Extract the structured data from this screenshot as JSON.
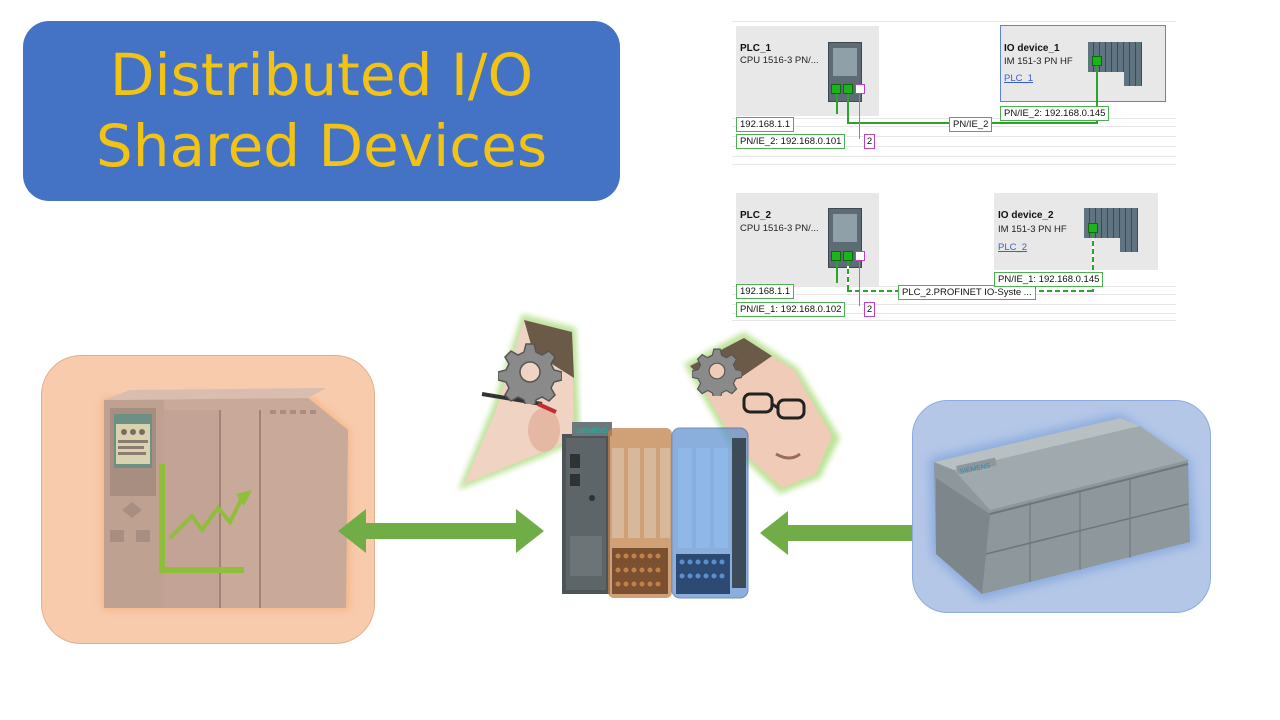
{
  "title": {
    "line1": "Distributed I/O",
    "line2": "Shared Devices"
  },
  "network_top": {
    "plc": {
      "name": "PLC_1",
      "type": "CPU 1516-3 PN/...",
      "ip": "192.168.1.1",
      "pn_address": "PN/IE_2:  192.168.0.101",
      "port_badge": "2"
    },
    "subnet_label": "PN/IE_2",
    "io_device": {
      "name": "IO device_1",
      "type": "IM 151-3 PN HF",
      "link": "PLC_1",
      "pn_address": "PN/IE_2:  192.168.0.145"
    }
  },
  "network_bottom": {
    "plc": {
      "name": "PLC_2",
      "type": "CPU 1516-3 PN/...",
      "ip": "192.168.1.1",
      "pn_address": "PN/IE_1:  192.168.0.102",
      "port_badge": "2"
    },
    "subnet_label": "PLC_2.PROFINET  IO-Syste ...",
    "io_device": {
      "name": "IO device_2",
      "type": "IM 151-3 PN HF",
      "link": "PLC_2",
      "pn_address": "PN/IE_1:  192.168.0.145"
    }
  },
  "colors": {
    "title_bg": "#4472c4",
    "title_text": "#f2c314",
    "left_plc_bg": "#f8cbad",
    "right_plc_bg": "#b4c7e7",
    "arrow": "#70ad47",
    "network_line": "#2aa52a"
  },
  "icons": [
    "gear-icon",
    "head-icon",
    "arrow-double-icon",
    "plc-s7-1500-icon",
    "plc-s7-1200-icon",
    "et200sp-io-icon",
    "trend-chart-icon"
  ]
}
